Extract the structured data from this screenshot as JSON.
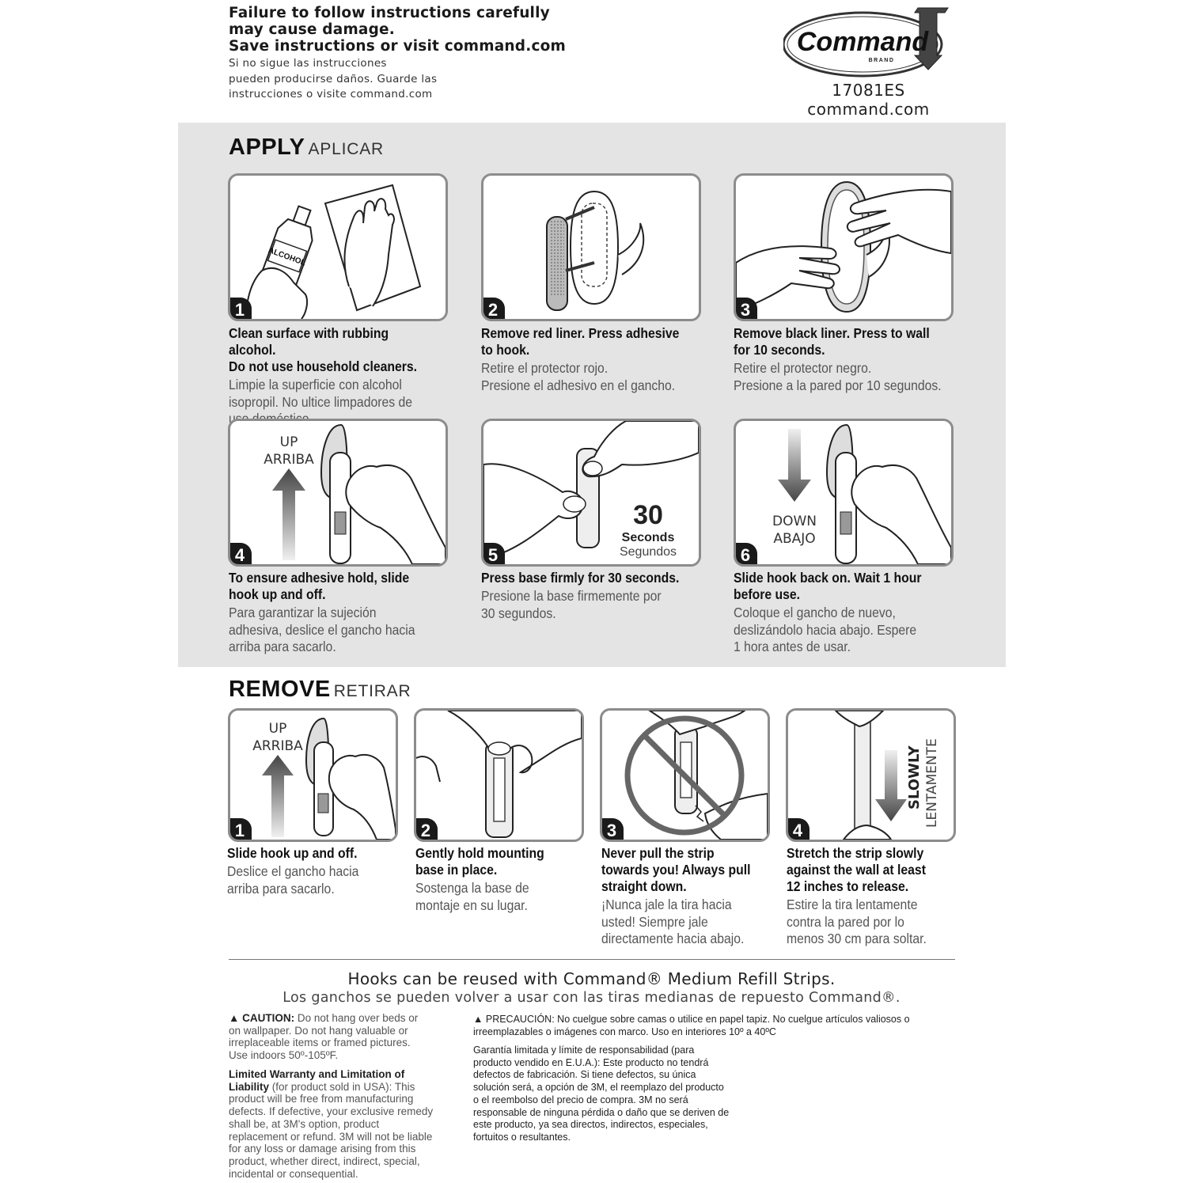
{
  "header": {
    "warning_en": "Failure to follow instructions carefully\nmay cause damage.\nSave instructions or visit command.com",
    "warning_es": "Si no sigue las instrucciones\npueden producirse daños. Guarde las\ninstrucciones o visite command.com",
    "brand": "Command",
    "brand_sub": "BRAND",
    "model": "17081ES",
    "site": "command.com"
  },
  "apply": {
    "title": "APPLY",
    "subtitle": "APLICAR",
    "steps": [
      {
        "num": "1",
        "en": "Clean surface with rubbing alcohol.\nDo not use household cleaners.",
        "es": "Limpie la superficie con alcohol\nisopropil. No ultice limpadores de\nuso doméstico.",
        "label": "ALCOHOL"
      },
      {
        "num": "2",
        "en": "Remove red liner. Press adhesive\nto hook.",
        "es": "Retire el protector rojo.\nPresione el adhesivo en el gancho."
      },
      {
        "num": "3",
        "en": "Remove black liner. Press to wall\nfor 10 seconds.",
        "es": "Retire el protector negro.\nPresione a la pared por 10 segundos."
      },
      {
        "num": "4",
        "en": "To ensure adhesive hold, slide\nhook up and off.",
        "es": "Para garantizar la sujeción\nadhesiva, deslice el gancho hacia\narriba para sacarlo.",
        "arrow_en": "UP",
        "arrow_es": "ARRIBA"
      },
      {
        "num": "5",
        "en": "Press base firmly for 30 seconds.",
        "es": "Presione la base firmemente por\n30 segundos.",
        "timer": "30",
        "timer_en": "Seconds",
        "timer_es": "Segundos"
      },
      {
        "num": "6",
        "en": "Slide hook back on. Wait 1 hour\nbefore use.",
        "es": "Coloque el gancho de nuevo,\ndeslizándolo hacia abajo. Espere\n1 hora antes de usar.",
        "arrow_en": "DOWN",
        "arrow_es": "ABAJO"
      }
    ]
  },
  "remove": {
    "title": "REMOVE",
    "subtitle": "RETIRAR",
    "steps": [
      {
        "num": "1",
        "en": "Slide hook up and off.",
        "es": "Deslice el gancho hacia\narriba para sacarlo.",
        "arrow_en": "UP",
        "arrow_es": "ARRIBA"
      },
      {
        "num": "2",
        "en": "Gently hold mounting\nbase in place.",
        "es": "Sostenga la base de\nmontaje en su lugar."
      },
      {
        "num": "3",
        "en": "Never pull the strip\ntowards you! Always pull\nstraight down.",
        "es": "¡Nunca jale la tira hacia\nusted! Siempre jale\ndirectamente hacia abajo."
      },
      {
        "num": "4",
        "en": "Stretch the strip slowly\nagainst the wall at least\n12 inches to release.",
        "es": "Estire la tira lentamente\ncontra la pared por lo\nmenos 30 cm para soltar.",
        "arrow_en": "SLOWLY",
        "arrow_es": "LENTAMENTE"
      }
    ]
  },
  "reuse": {
    "en": "Hooks can be reused with Command® Medium Refill Strips.",
    "es": "Los ganchos se pueden volver a usar con las tiras medianas de repuesto Command®."
  },
  "caution_en": {
    "label": "CAUTION:",
    "text": " Do not hang over beds or\non wallpaper. Do not hang valuable or\nirreplaceable items or framed pictures.\nUse indoors 50º-105ºF."
  },
  "warranty_en": {
    "head": "Limited Warranty and Limitation of\nLiability",
    "text": " (for product sold in USA): This\nproduct will be free from manufacturing\ndefects. If defective, your exclusive remedy\nshall be, at 3M's option, product\nreplacement or refund. 3M will not be liable\nfor any loss or damage arising from this\nproduct, whether direct, indirect, special,\nincidental or consequential."
  },
  "caution_es": {
    "label": "PRECAUCIÓN:",
    "text": " No cuelgue sobre camas o utilice en papel tapiz. No cuelgue artículos valiosos o\nirreemplazables o imágenes con marco. Uso en interiores 10º a 40ºC"
  },
  "warranty_es": {
    "text": "Garantía limitada y límite de responsabilidad (para\nproducto vendido en E.U.A.): Este producto no tendrá\ndefectos de fabricación. Si tiene defectos, su única\nsolución será, a opción de 3M, el reemplazo del producto\no el reembolso del precio de compra. 3M no será\nresponsable de ninguna pérdida o daño que se deriven de\neste producto, ya sea directos, indirectos, especiales,\nfortuitos o resultantes."
  },
  "colors": {
    "panel_border": "#8c8c8c",
    "apply_background": "#e4e4e4",
    "number_badge": "#1a1a1a"
  }
}
